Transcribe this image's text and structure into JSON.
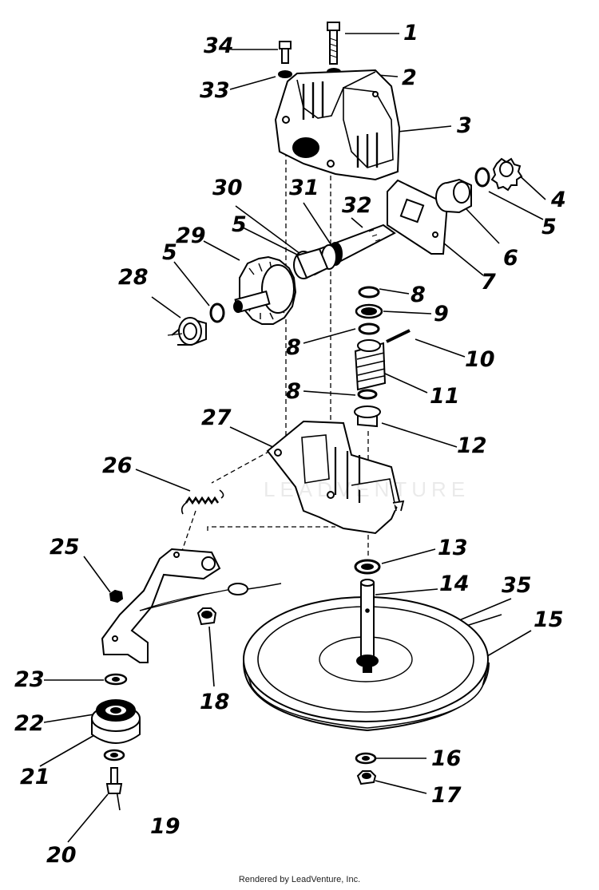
{
  "diagram": {
    "type": "exploded parts diagram",
    "colors": {
      "ink": "#000000",
      "background": "#ffffff"
    },
    "watermark": "LEADVENTURE",
    "footer": "Rendered by LeadVenture, Inc.",
    "callouts": [
      "1",
      "2",
      "3",
      "4",
      "5",
      "5",
      "5",
      "6",
      "7",
      "8",
      "8",
      "8",
      "9",
      "10",
      "11",
      "12",
      "13",
      "14",
      "15",
      "16",
      "17",
      "18",
      "19",
      "20",
      "21",
      "22",
      "23",
      "25",
      "26",
      "27",
      "28",
      "29",
      "30",
      "31",
      "32",
      "33",
      "34",
      "35"
    ]
  }
}
